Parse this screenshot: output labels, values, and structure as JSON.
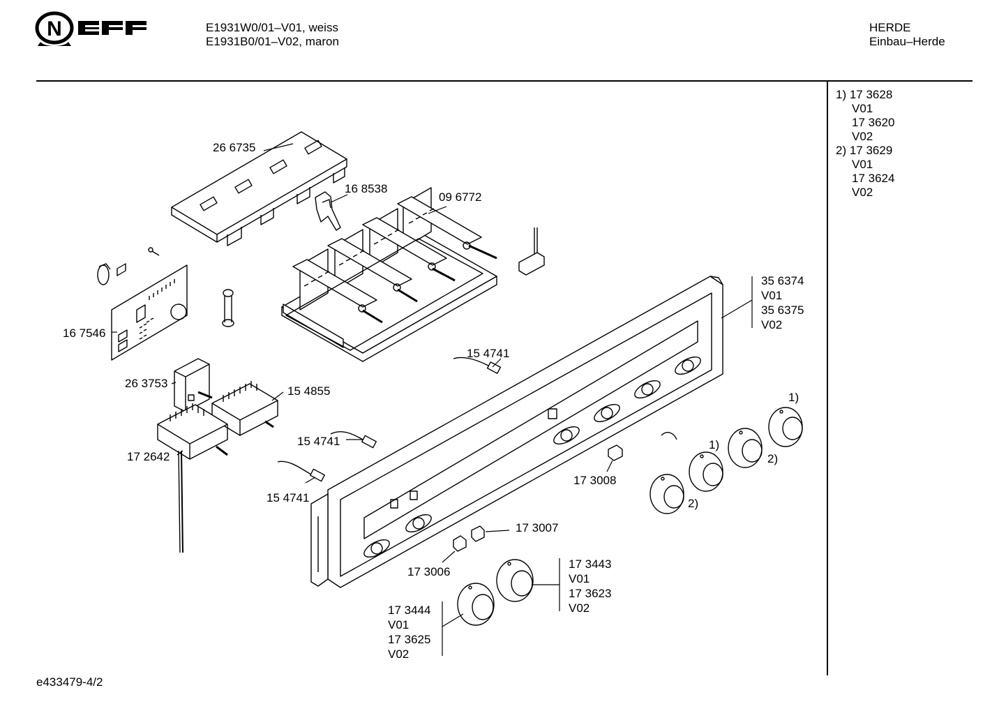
{
  "header": {
    "brand": "NEFF",
    "models": [
      "E1931W0/01–V01, weiss",
      "E1931B0/01–V02, maron"
    ],
    "category": "HERDE",
    "subcategory": "Einbau–Herde"
  },
  "variants": {
    "lines": [
      "1) 17 3628",
      "V01",
      "17 3620",
      "V02",
      "2) 17 3629",
      "V01",
      "17 3624",
      "V02"
    ]
  },
  "parts": {
    "p266735": "26 6735",
    "p168538": "16 8538",
    "p096772": "09 6772",
    "p167546": "16 7546",
    "p263753": "26 3753",
    "p154855": "15 4855",
    "p172642": "17 2642",
    "p154741_a": "15 4741",
    "p154741_b": "15 4741",
    "p154741_c": "15 4741",
    "p173008": "17 3008",
    "p173007": "17 3007",
    "p173006": "17 3006",
    "panel": [
      "35 6374",
      "V01",
      "35 6375",
      "V02"
    ],
    "knob_right": [
      "17 3443",
      "V01",
      "17 3623",
      "V02"
    ],
    "knob_left": [
      "17 3444",
      "V01",
      "17 3625",
      "V02"
    ],
    "fn1_a": "1)",
    "fn1_b": "1)",
    "fn2_a": "2)",
    "fn2_b": "2)"
  },
  "footer": {
    "doc_id": "e433479-4/2"
  }
}
